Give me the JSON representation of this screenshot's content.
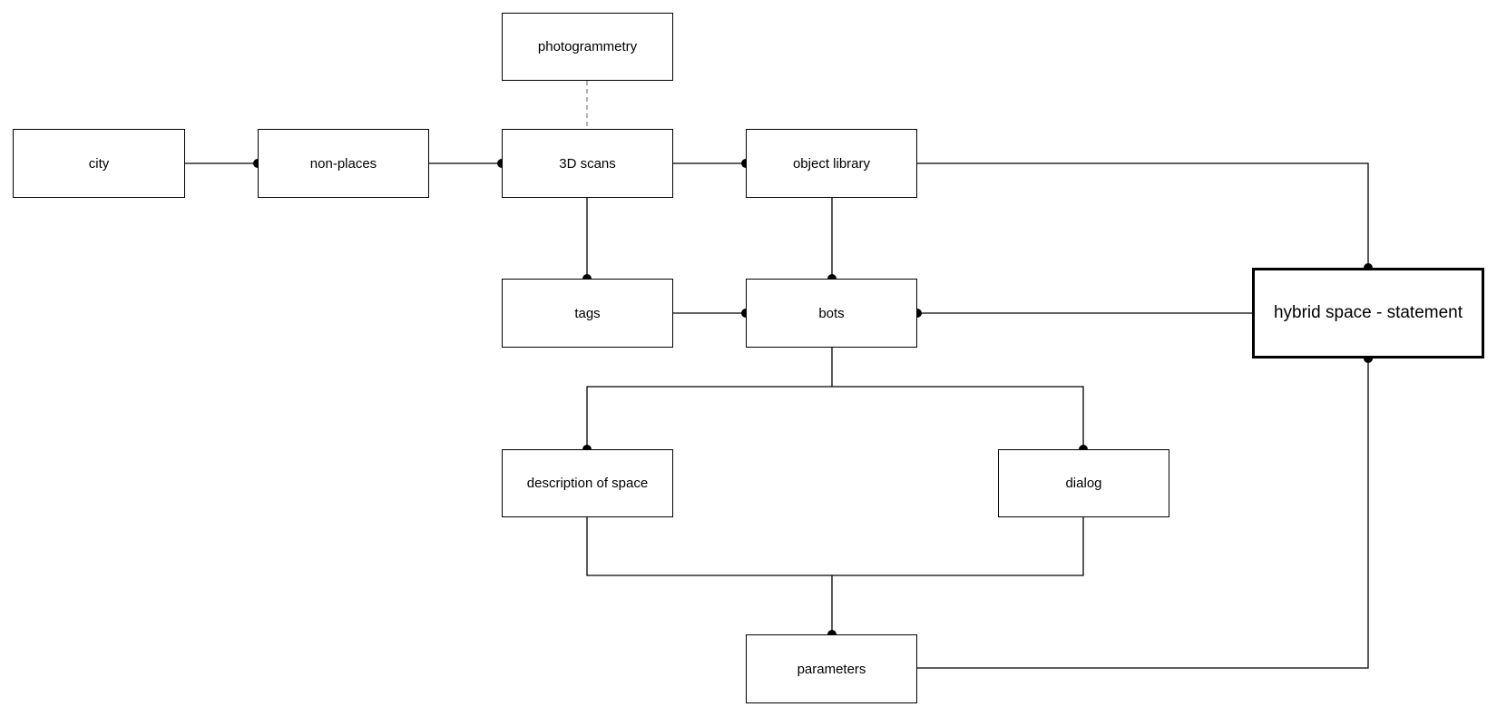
{
  "nodes": {
    "photogrammetry": "photogrammetry",
    "city": "city",
    "non_places": "non-places",
    "scans_3d": "3D scans",
    "object_library": "object library",
    "tags": "tags",
    "bots": "bots",
    "hybrid_statement": "hybrid space - statement",
    "description_of_space": "description of space",
    "dialog": "dialog",
    "parameters": "parameters"
  }
}
